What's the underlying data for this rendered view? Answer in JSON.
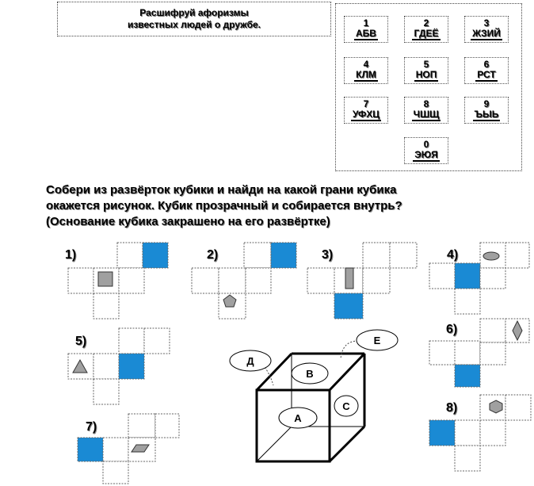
{
  "header": {
    "line1": "Расшифруй афоризмы",
    "line2": "известных людей о дружбе."
  },
  "keypad": [
    {
      "num": "1",
      "letters": "АБВ"
    },
    {
      "num": "2",
      "letters": "ГДЕЁ"
    },
    {
      "num": "3",
      "letters": "ЖЗИЙ"
    },
    {
      "num": "4",
      "letters": "КЛМ"
    },
    {
      "num": "5",
      "letters": "НОП"
    },
    {
      "num": "6",
      "letters": "РСТ"
    },
    {
      "num": "7",
      "letters": "УФХЦ"
    },
    {
      "num": "8",
      "letters": "ЧШЩ"
    },
    {
      "num": "9",
      "letters": "ЪЫЬ"
    },
    {
      "num": "0",
      "letters": "ЭЮЯ"
    }
  ],
  "task": {
    "line1": "Собери из развёрток кубики  и найди на какой грани кубика",
    "line2": "окажется рисунок. Кубик прозрачный и собирается внутрь?",
    "line3": "(Основание кубика закрашено на его развёртке)"
  },
  "nets": [
    {
      "label": "1)"
    },
    {
      "label": "2)"
    },
    {
      "label": "3)"
    },
    {
      "label": "4)"
    },
    {
      "label": "5)"
    },
    {
      "label": "6)"
    },
    {
      "label": "7)"
    },
    {
      "label": "8)"
    }
  ],
  "cube": {
    "face_labels": [
      "Д",
      "В",
      "Е",
      "А",
      "С"
    ]
  },
  "colors": {
    "base_face": "#1a8ad4",
    "figure_fill": "#a0a0a0"
  }
}
